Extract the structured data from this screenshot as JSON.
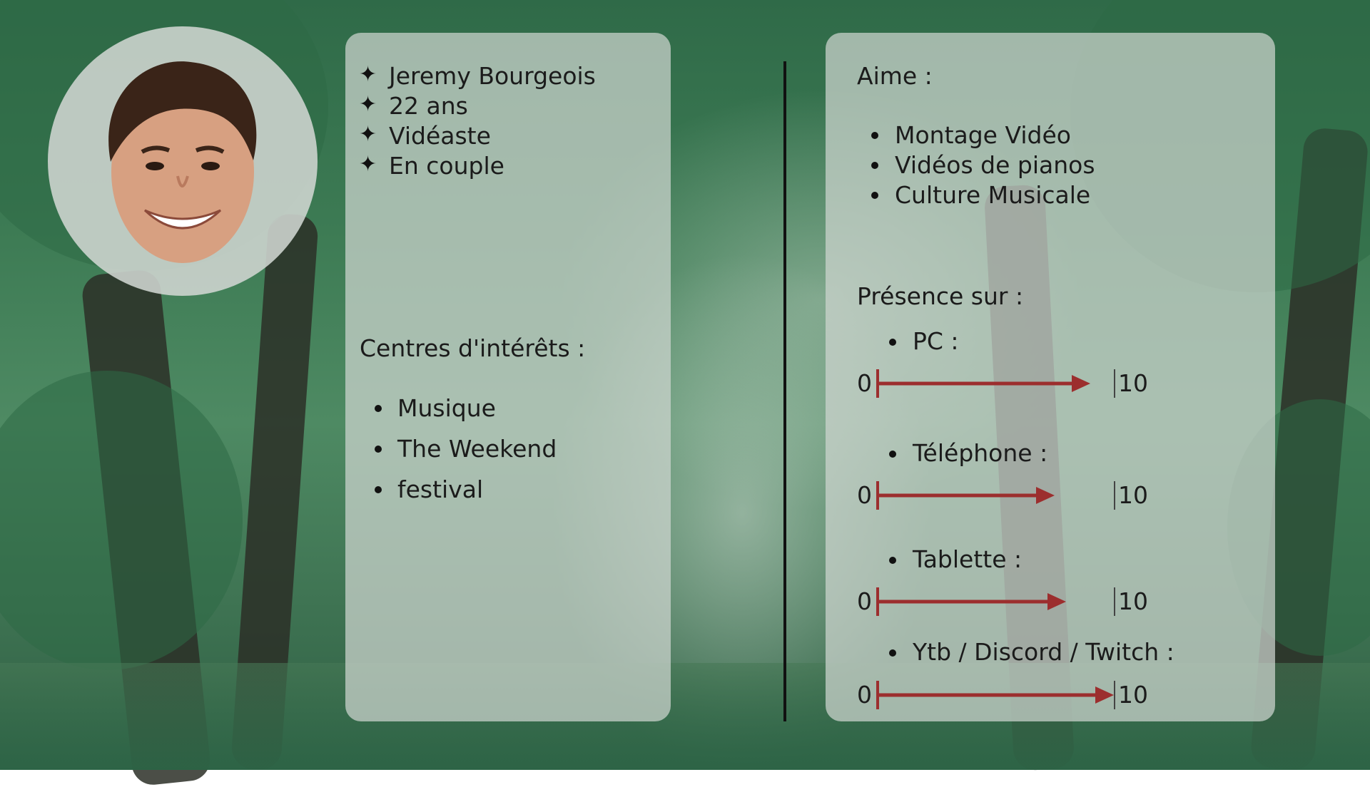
{
  "profile": {
    "facts": [
      "Jeremy Bourgeois",
      "22 ans",
      "Vidéaste",
      "En couple"
    ],
    "interests_title": "Centres d'intérêts :",
    "interests": [
      "Musique",
      "The Weekend",
      "festival"
    ]
  },
  "likes": {
    "title": "Aime :",
    "items": [
      "Montage Vidéo",
      "Vidéos de pianos",
      "Culture Musicale"
    ]
  },
  "presence": {
    "title": "Présence sur :",
    "scale_min": "0",
    "scale_max": "10",
    "bar_color": "#9c2e2e",
    "items": [
      {
        "label": "PC :",
        "value": 9
      },
      {
        "label": "Téléphone :",
        "value": 7.5
      },
      {
        "label": "Tablette :",
        "value": 8
      },
      {
        "label": "Ytb / Discord / Twitch :",
        "value": 10
      }
    ]
  }
}
